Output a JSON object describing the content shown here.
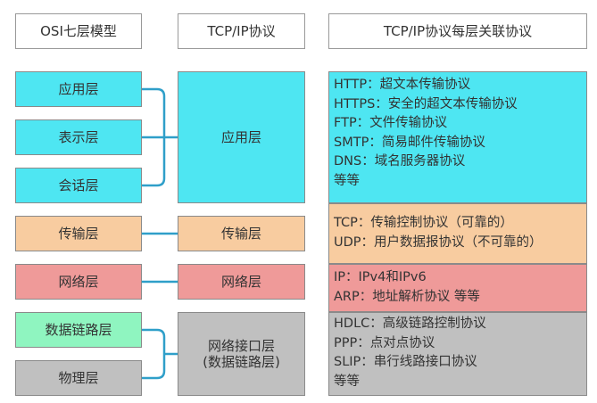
{
  "headers": {
    "osi": "OSI七层模型",
    "tcpip": "TCP/IP协议",
    "protocols": "TCP/IP协议每层关联协议"
  },
  "osi_layers": {
    "application": "应用层",
    "presentation": "表示层",
    "session": "会话层",
    "transport": "传输层",
    "network": "网络层",
    "datalink": "数据链路层",
    "physical": "物理层"
  },
  "tcpip_layers": {
    "application": "应用层",
    "transport": "传输层",
    "network": "网络层",
    "link_line1": "网络接口层",
    "link_line2": "(数据链路层)"
  },
  "protocols": {
    "application": [
      "HTTP：超文本传输协议",
      "HTTPS：安全的超文本传输协议",
      "FTP：文件传输协议",
      "SMTP：简易邮件传输协议",
      "DNS：域名服务器协议",
      "等等"
    ],
    "transport": [
      "TCP：传输控制协议（可靠的）",
      "UDP：用户数据报协议（不可靠的）"
    ],
    "network": [
      "IP：IPv4和IPv6",
      "ARP：地址解析协议   等等"
    ],
    "link": [
      "HDLC：高级链路控制协议",
      "PPP：点对点协议",
      "SLIP：串行线路接口协议",
      "等等"
    ]
  },
  "colors": {
    "application": "#4ee6f2",
    "transport": "#f8cca0",
    "network": "#ef9a99",
    "datalink_osi": "#8ff5c0",
    "link": "#c0c0c0",
    "connector": "#2f9fc9"
  }
}
